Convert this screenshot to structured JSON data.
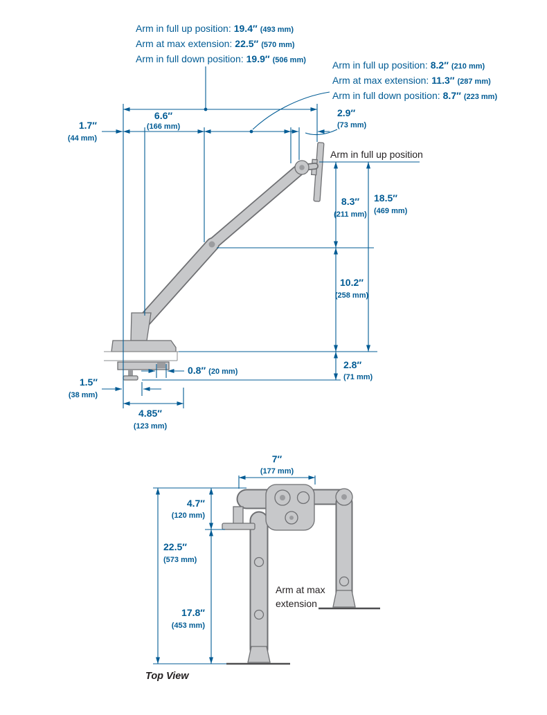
{
  "colors": {
    "dimension_blue": "#005b94",
    "label_black": "#231f20",
    "arm_fill": "#c7c8ca",
    "arm_stroke": "#6e6f72",
    "ground": "#4d4d4f",
    "background": "#ffffff"
  },
  "side_view": {
    "reach_annotations": [
      {
        "label": "Arm in full up position:",
        "inches": "19.4″",
        "mm": "(493 mm)"
      },
      {
        "label": "Arm at max extension:",
        "inches": "22.5″",
        "mm": "(570 mm)"
      },
      {
        "label": "Arm in full down position:",
        "inches": "19.9″",
        "mm": "(506 mm)"
      }
    ],
    "height_annotations": [
      {
        "label": "Arm in full up position:",
        "inches": "8.2″",
        "mm": "(210 mm)"
      },
      {
        "label": "Arm at max extension:",
        "inches": "11.3″",
        "mm": "(287 mm)"
      },
      {
        "label": "Arm in full down position:",
        "inches": "8.7″",
        "mm": "(223 mm)"
      }
    ],
    "arm_up_label": "Arm in full up position",
    "dim_1_7": {
      "inches": "1.7″",
      "mm": "(44 mm)"
    },
    "dim_6_6": {
      "inches": "6.6″",
      "mm": "(166 mm)"
    },
    "dim_2_9": {
      "inches": "2.9″",
      "mm": "(73 mm)"
    },
    "dim_8_3": {
      "inches": "8.3″",
      "mm": "(211 mm)"
    },
    "dim_18_5": {
      "inches": "18.5″",
      "mm": "(469 mm)"
    },
    "dim_10_2": {
      "inches": "10.2″",
      "mm": "(258 mm)"
    },
    "dim_0_8": {
      "inches": "0.8″",
      "mm": "(20 mm)"
    },
    "dim_2_8": {
      "inches": "2.8″",
      "mm": "(71 mm)"
    },
    "dim_1_5": {
      "inches": "1.5″",
      "mm": "(38 mm)"
    },
    "dim_4_85": {
      "inches": "4.85″",
      "mm": "(123 mm)"
    }
  },
  "top_view": {
    "dim_7": {
      "inches": "7″",
      "mm": "(177 mm)"
    },
    "dim_4_7": {
      "inches": "4.7″",
      "mm": "(120 mm)"
    },
    "dim_22_5": {
      "inches": "22.5″",
      "mm": "(573 mm)"
    },
    "dim_17_8": {
      "inches": "17.8″",
      "mm": "(453 mm)"
    },
    "max_extension_label_line1": "Arm at max",
    "max_extension_label_line2": "extension",
    "caption": "Top View"
  }
}
